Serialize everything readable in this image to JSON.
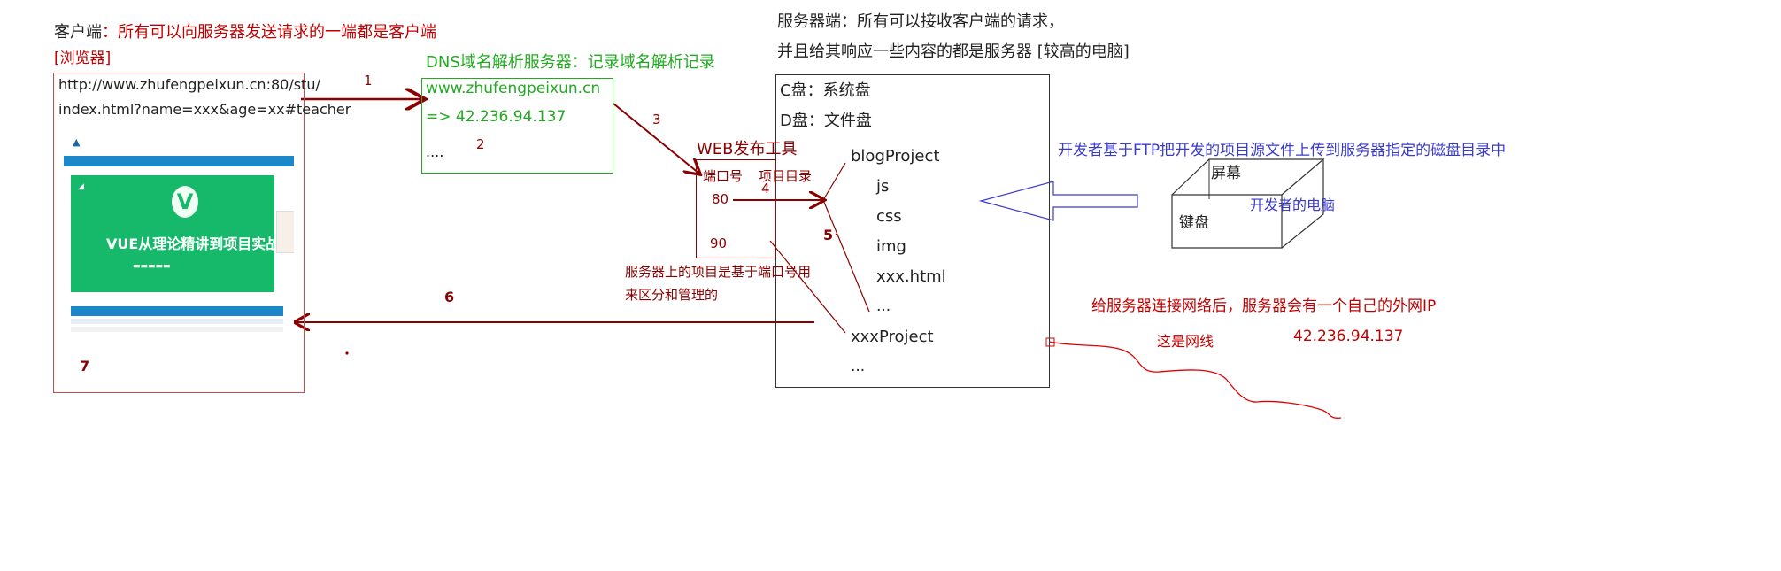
{
  "client": {
    "title_prefix": "客户端",
    "title_desc": "：所有可以向服务器发送请求的一端都是客户端",
    "browser_label": "[浏览器]",
    "url_line1": "http://www.zhufengpeixun.cn:80/stu/",
    "url_line2": "index.html?name=xxx&age=xx#teacher",
    "step7": "7"
  },
  "screenshot": {
    "banner_title": "VUE从理论精讲到项目实战",
    "banner_logo": "V"
  },
  "dns": {
    "title": "DNS域名解析服务器：记录域名解析记录",
    "domain": "www.zhufengpeixun.cn",
    "ip": "=>  42.236.94.137",
    "more": "....",
    "step2": "2"
  },
  "steps": {
    "s1": "1",
    "s3": "3",
    "s4": "4",
    "s5": "5",
    "s6": "6"
  },
  "server": {
    "title_line1": "服务器端：所有可以接收客户端的请求，",
    "title_line2": "并且给其响应一些内容的都是服务器   [较高的电脑]",
    "disk_c": "C盘：系统盘",
    "disk_d": "D盘：文件盘",
    "folders": [
      "blogProject",
      "js",
      "css",
      "img",
      "xxx.html",
      "...",
      "xxxProject",
      "..."
    ]
  },
  "web_tool": {
    "title": "WEB发布工具",
    "col_port": "端口号",
    "col_dir": "项目目录",
    "port_80": "80",
    "port_90": "90",
    "note_line1": "服务器上的项目是基于端口号用",
    "note_line2": "来区分和管理的"
  },
  "developer": {
    "ftp_note": "开发者基于FTP把开发的项目源文件上传到服务器指定的磁盘目录中",
    "screen_label": "屏幕",
    "keyboard_label": "键盘",
    "pc_label": "开发者的电脑"
  },
  "network": {
    "note": "给服务器连接网络后，服务器会有一个自己的外网IP",
    "cable_label": "这是网线",
    "ip": "42.236.94.137"
  },
  "colors": {
    "maroon": "#8b0000",
    "red": "#c00000",
    "green": "#22aa22",
    "blue": "#3a3acc",
    "dark": "#222222"
  }
}
